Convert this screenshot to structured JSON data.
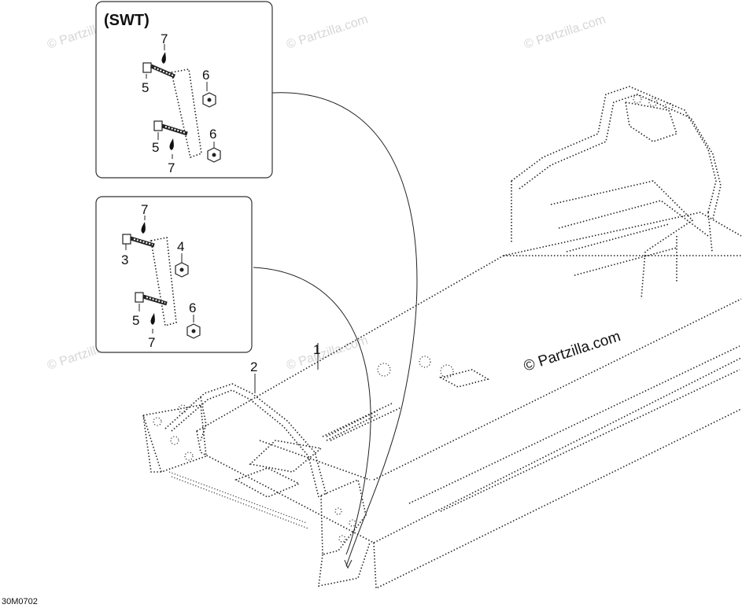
{
  "diagram": {
    "inset_top": {
      "title": "(SWT)",
      "callouts": {
        "c7a": "7",
        "c5a": "5",
        "c6a": "6",
        "c5b": "5",
        "c6b": "6",
        "c7b": "7"
      }
    },
    "inset_bottom": {
      "callouts": {
        "c7a": "7",
        "c3": "3",
        "c4": "4",
        "c5": "5",
        "c6": "6",
        "c7b": "7"
      }
    },
    "main_callouts": {
      "c1": "1",
      "c2": "2"
    },
    "watermark": "© Partzilla.com",
    "figure_code": "30M0702"
  }
}
